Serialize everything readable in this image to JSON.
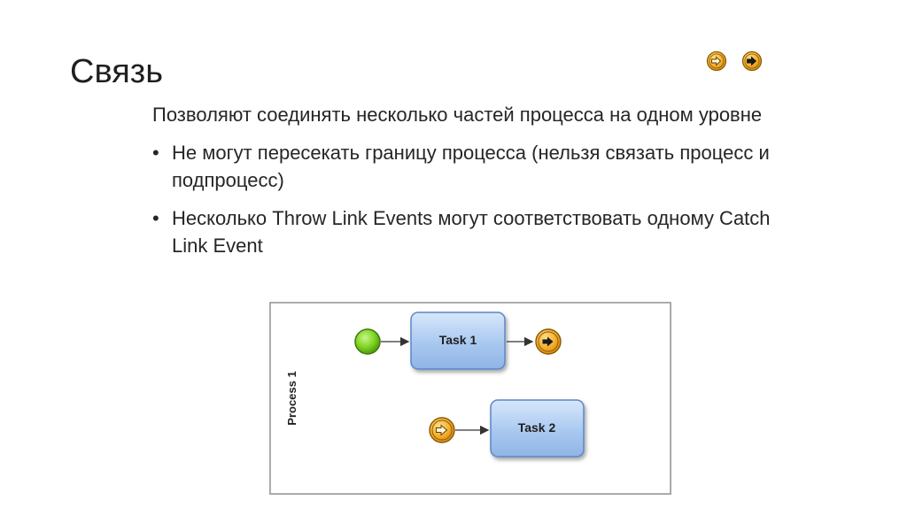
{
  "slide": {
    "title": "Связь",
    "intro": "Позволяют соединять несколько частей процесса на одном уровне",
    "bullets": [
      "Не могут пересекать границу процесса (нельзя связать процесс и подпроцесс)",
      "Несколько Throw Link Events могут соответствовать одному Catch Link Event"
    ],
    "bullet_symbol": "•",
    "header_icons": [
      "catch-link-event-icon",
      "throw-link-event-icon"
    ]
  },
  "diagram": {
    "pool_label": "Process 1",
    "task1_label": "Task 1",
    "task2_label": "Task 2",
    "colors": {
      "start_event": "#7ed321",
      "link_event": "#f5a623",
      "task_fill": "#a9c8f0",
      "task_stroke": "#5b86c5"
    }
  }
}
